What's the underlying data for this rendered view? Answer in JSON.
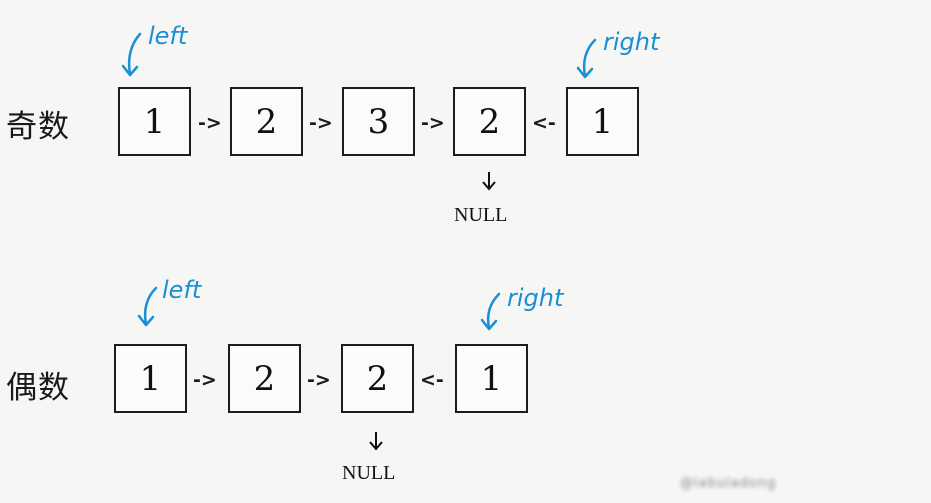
{
  "odd": {
    "label": "奇数",
    "nodes": [
      "1",
      "2",
      "3",
      "2",
      "1"
    ],
    "arrows": [
      "->",
      "->",
      "->",
      "<-"
    ],
    "null_label": "NULL",
    "left_label": "left",
    "right_label": "right"
  },
  "even": {
    "label": "偶数",
    "nodes": [
      "1",
      "2",
      "2",
      "1"
    ],
    "arrows": [
      "->",
      "->",
      "<-"
    ],
    "null_label": "NULL",
    "left_label": "left",
    "right_label": "right"
  },
  "colors": {
    "pointer": "#1a8fd6",
    "box": "#1c1c1c"
  },
  "watermark": "@labuladong"
}
